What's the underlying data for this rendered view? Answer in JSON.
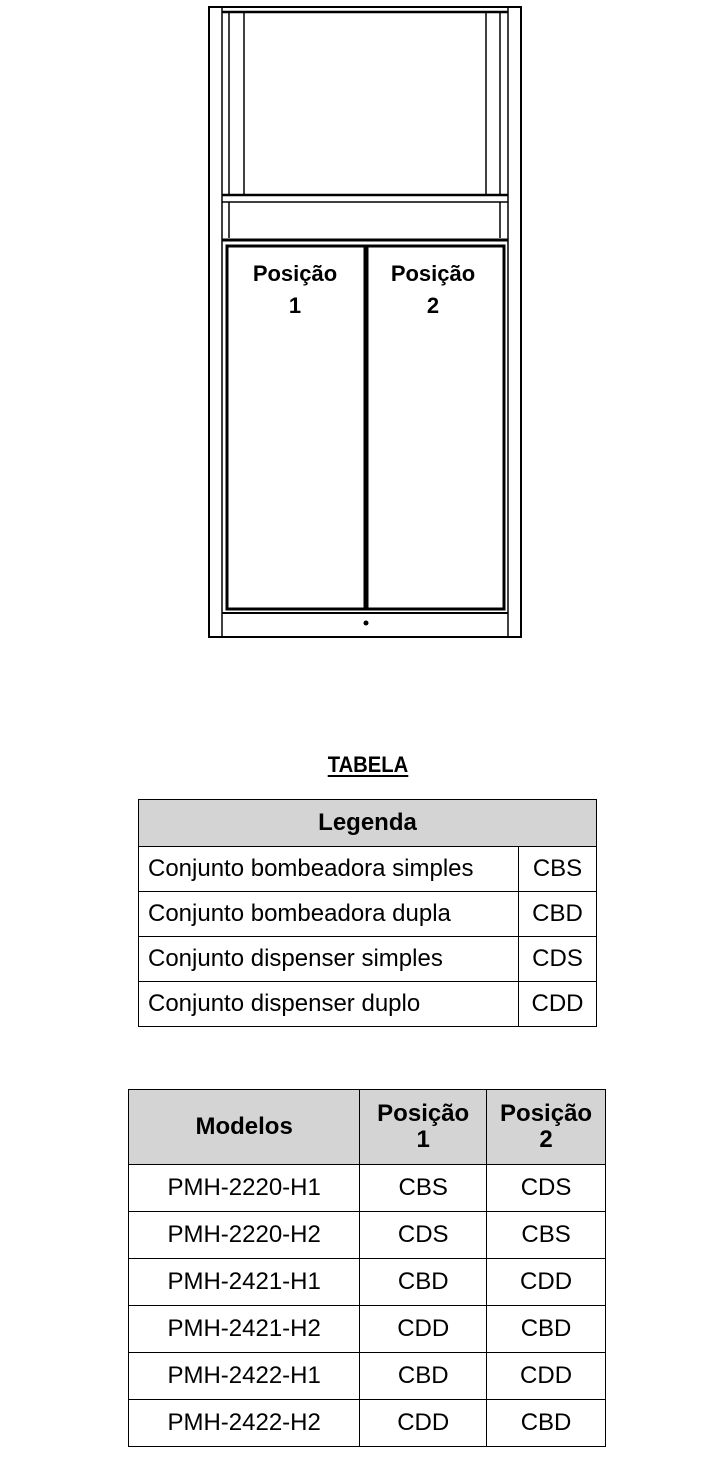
{
  "figure": {
    "position_1_label": "Posição",
    "position_1_number": "1",
    "position_2_label": "Posição",
    "position_2_number": "2"
  },
  "tabela_title": "TABELA",
  "legend": {
    "header": "Legenda",
    "rows": [
      {
        "description": "Conjunto bombeadora simples",
        "code": "CBS"
      },
      {
        "description": "Conjunto bombeadora dupla",
        "code": "CBD"
      },
      {
        "description": "Conjunto dispenser simples",
        "code": "CDS"
      },
      {
        "description": "Conjunto dispenser duplo",
        "code": "CDD"
      }
    ]
  },
  "models": {
    "headers": {
      "model": "Modelos",
      "position_1_label": "Posição",
      "position_1_number": "1",
      "position_2_label": "Posição",
      "position_2_number": "2"
    },
    "rows": [
      {
        "model": "PMH-2220-H1",
        "p1": "CBS",
        "p2": "CDS"
      },
      {
        "model": "PMH-2220-H2",
        "p1": "CDS",
        "p2": "CBS"
      },
      {
        "model": "PMH-2421-H1",
        "p1": "CBD",
        "p2": "CDD"
      },
      {
        "model": "PMH-2421-H2",
        "p1": "CDD",
        "p2": "CBD"
      },
      {
        "model": "PMH-2422-H1",
        "p1": "CBD",
        "p2": "CDD"
      },
      {
        "model": "PMH-2422-H2",
        "p1": "CDD",
        "p2": "CBD"
      }
    ]
  }
}
